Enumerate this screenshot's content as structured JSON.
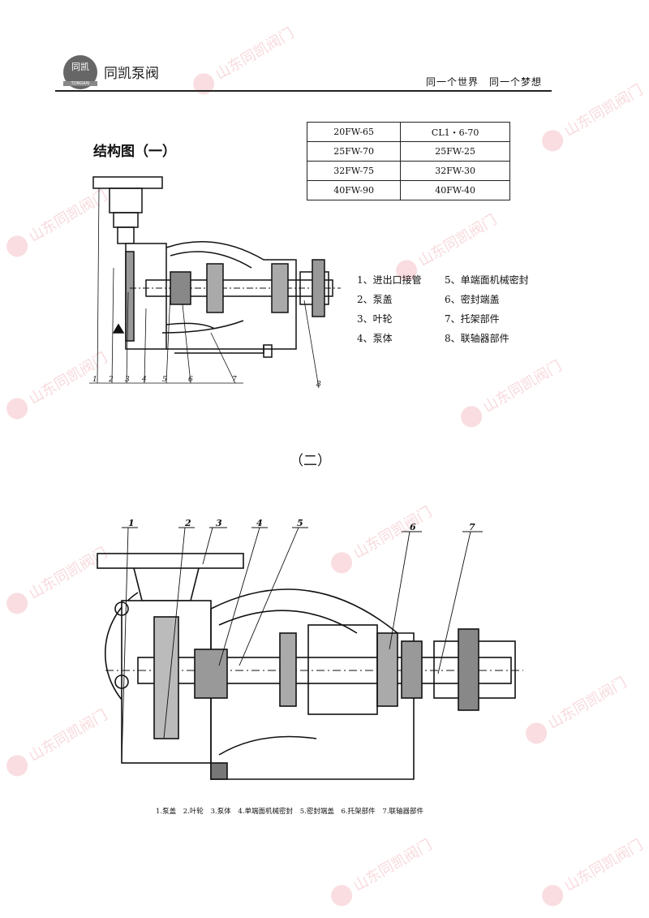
{
  "header": {
    "logo_text": "同凯",
    "logo_sub": "TONGKAI",
    "brand": "同凯泵阀",
    "slogan": "同一个世界　同一个梦想"
  },
  "section1": {
    "title": "结构图（一）",
    "table": [
      [
        "20FW-65",
        "CL1・6-70"
      ],
      [
        "25FW-70",
        "25FW-25"
      ],
      [
        "32FW-75",
        "32FW-30"
      ],
      [
        "40FW-90",
        "40FW-40"
      ]
    ],
    "legend": [
      "1、进出口接管",
      "2、泵盖",
      "3、叶轮",
      "4、泵体",
      "5、单端面机械密封",
      "6、密封端盖",
      "7、托架部件",
      "8、联轴器部件"
    ],
    "callouts": [
      "1",
      "2",
      "3",
      "4",
      "5",
      "6",
      "7",
      "8"
    ]
  },
  "section2": {
    "title": "（二）",
    "callouts": [
      "1",
      "2",
      "3",
      "4",
      "5",
      "6",
      "7"
    ],
    "caption": "1.泵盖 2.叶轮 3.泵体 4.单端面机械密封 5.密封端盖 6.托架部件 7.联轴器部件"
  },
  "watermark": "山东同凯阀门"
}
